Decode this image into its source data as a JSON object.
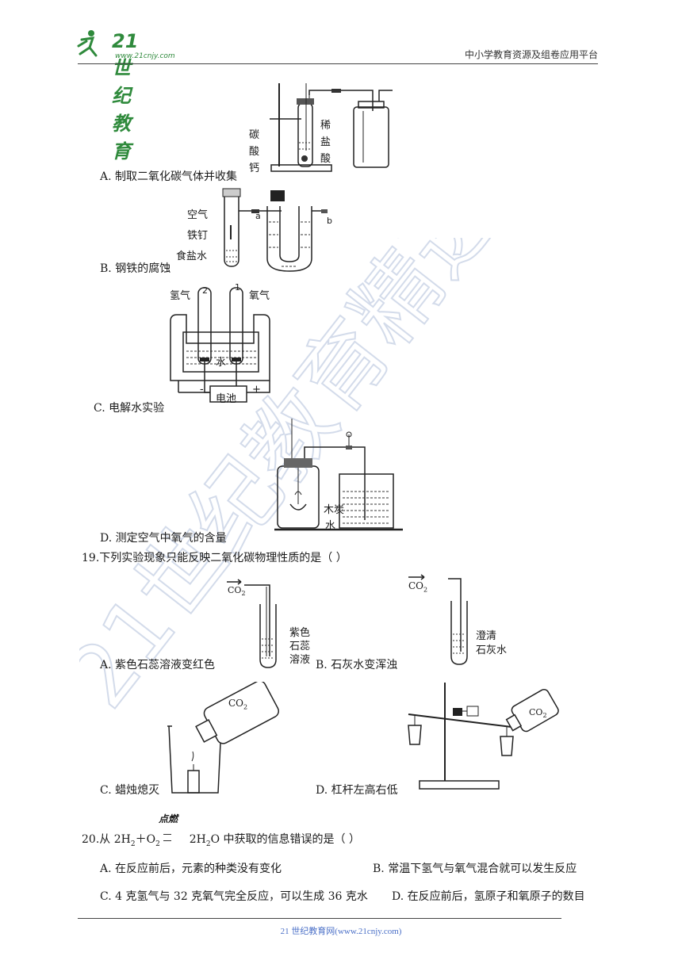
{
  "header": {
    "logo_text": "21世纪教育",
    "logo_url": "www.21cnjy.com",
    "right_text": "中小学教育资源及组卷应用平台"
  },
  "q18": {
    "a": {
      "label": "A. 制取二氧化碳气体并收集",
      "carbonate": [
        "碳",
        "酸",
        "钙"
      ],
      "acid": [
        "稀",
        "盐",
        "酸"
      ]
    },
    "b": {
      "label": "B. 钢铁的腐蚀",
      "air": "空气",
      "nail": "铁钉",
      "brine": "食盐水",
      "a": "a",
      "b": "b"
    },
    "c": {
      "label": "C. 电解水实验",
      "h2": "氢气",
      "o2": "氧气",
      "n2": "2",
      "n1": "1",
      "water": "水",
      "battery": "电池",
      "minus": "-",
      "plus": "+"
    },
    "d": {
      "label": "D. 测定空气中氧气的含量",
      "charcoal": "木炭",
      "water": "水"
    }
  },
  "q19": {
    "stem": "19.下列实验现象只能反映二氧化碳物理性质的是（     ）",
    "a": {
      "label": "A. 紫色石蕊溶液变红色",
      "co2": "CO",
      "sub": "2",
      "litmus": [
        "紫色",
        "石蕊",
        "溶液"
      ]
    },
    "b": {
      "label": "B. 石灰水变浑浊",
      "co2": "CO",
      "sub": "2",
      "lime": [
        "澄清",
        "石灰水"
      ]
    },
    "c": {
      "label": "C. 蜡烛熄灭",
      "co2": "CO",
      "sub": "2"
    },
    "d": {
      "label": "D. 杠杆左高右低",
      "co2": "CO",
      "sub": "2"
    }
  },
  "q20": {
    "condition": "点燃",
    "stem_pre": "20.从 2H",
    "h_sub": "2",
    "plus_o": "＋O",
    "o_sub": "2",
    "product_pre": "2H",
    "product_sub": "2",
    "stem_post": "O 中获取的信息错误的是（     ）",
    "options": {
      "a": "A. 在反应前后，元素的种类没有变化",
      "b": "B. 常温下氢气与氧气混合就可以发生反应",
      "c": "C. 4 克氢气与 32 克氧气完全反应，可以生成 36 克水",
      "d": "D. 在反应前后，氢原子和氧原子的数目"
    }
  },
  "footer": {
    "text": "21 世纪教育网(www.21cnjy.com)"
  },
  "watermark": {
    "text": "21世纪教育精选资料"
  }
}
